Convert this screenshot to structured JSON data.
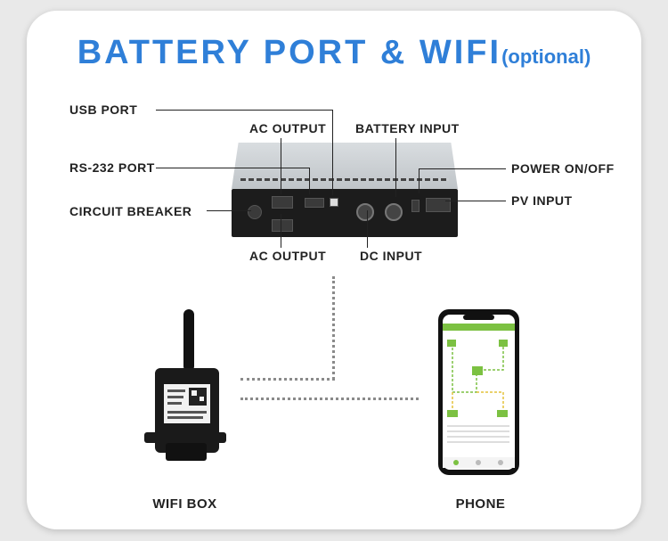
{
  "title": {
    "main": "BATTERY PORT & WIFI",
    "suffix": "(optional)"
  },
  "labels": {
    "usb_port": "USB PORT",
    "ac_output_top": "AC OUTPUT",
    "battery_input": "BATTERY INPUT",
    "rs232_port": "RS-232 PORT",
    "power_onoff": "POWER ON/OFF",
    "pv_input": "PV INPUT",
    "circuit_breaker": "CIRCUIT BREAKER",
    "ac_output_bottom": "AC OUTPUT",
    "dc_input": "DC INPUT"
  },
  "captions": {
    "wifi_box": "WIFI BOX",
    "phone": "PHONE"
  },
  "colors": {
    "title": "#2f7fd8",
    "app_green": "#7cc142"
  }
}
